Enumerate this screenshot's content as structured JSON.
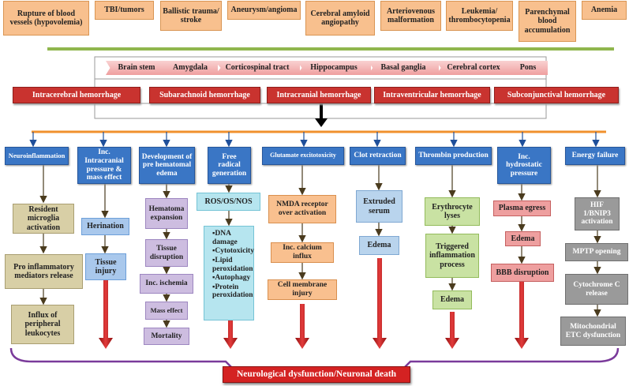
{
  "causes": [
    "Rupture of blood vessels (hypovolemia)",
    "TBI/tumors",
    "Ballistic trauma/ stroke",
    "Aneurysm/angioma",
    "Cerebral amyloid angiopathy",
    "Arteriovenous malformation",
    "Leukemia/ thrombocytopenia",
    "Parenchymal blood accumulation",
    "Anemia"
  ],
  "regions": [
    "Brain stem",
    "Amygdala",
    "Corticospinal tract",
    "Hippocampus",
    "Basal ganglia",
    "Cerebral cortex",
    "Pons"
  ],
  "hemorrhages": [
    "Intracerebral hemorrhage",
    "Subarachnoid hemorrhage",
    "Intracranial hemorrhage",
    "Intraventricular hemorrhage",
    "Subconjunctival hemorrhage"
  ],
  "mechanisms": [
    "Neuroinflammation",
    "Inc. Intracranial pressure & mass effect",
    "Development of pre hematomal edema",
    "Free radical generation",
    "Glutamate excitotoxicity",
    "Clot retraction",
    "Thrombin production",
    "Inc. hydrostatic pressure",
    "Energy failure"
  ],
  "col1": [
    "Resident microglia activation",
    "Pro inflammatory mediators release",
    "Influx of peripheral leukocytes"
  ],
  "col2": [
    "Herination",
    "Tissue injury"
  ],
  "col3": [
    "Hematoma expansion",
    "Tissue disruption",
    "Inc. ischemia",
    "Mass effect",
    "Mortality"
  ],
  "col4": {
    "header": "ROS/OS/NOS",
    "bullets": [
      "▪DNA damage",
      "▪Cytotoxicity",
      "▪Lipid peroxidation",
      "▪Autophagy",
      "▪Protein peroxidation"
    ]
  },
  "col5": [
    "NMDA receptor over activation",
    "Inc. calcium influx",
    "Cell membrane injury"
  ],
  "col6": [
    "Extruded serum",
    "Edema"
  ],
  "col7": [
    "Erythrocyte lyses",
    "Triggered inflammation process",
    "Edema"
  ],
  "col8": [
    "Plasma egress",
    "Edema",
    "BBB disruption"
  ],
  "col9": [
    "HIF 1/BNIP3 activation",
    "MPTP opening",
    "Cytochrome C release",
    "Mitochondrial ETC dysfunction"
  ],
  "outcome": "Neurological dysfunction/Neuronal death",
  "colors": {
    "cause": "#f8c08e",
    "region": "#f2b0b0",
    "hemorrhage": "#c9332f",
    "mechanism": "#3a76c5",
    "green_line": "#8fb64d",
    "orange_line": "#f0912d",
    "red_arrow": "#c81e1e",
    "bracket": "#7a3a9a"
  }
}
